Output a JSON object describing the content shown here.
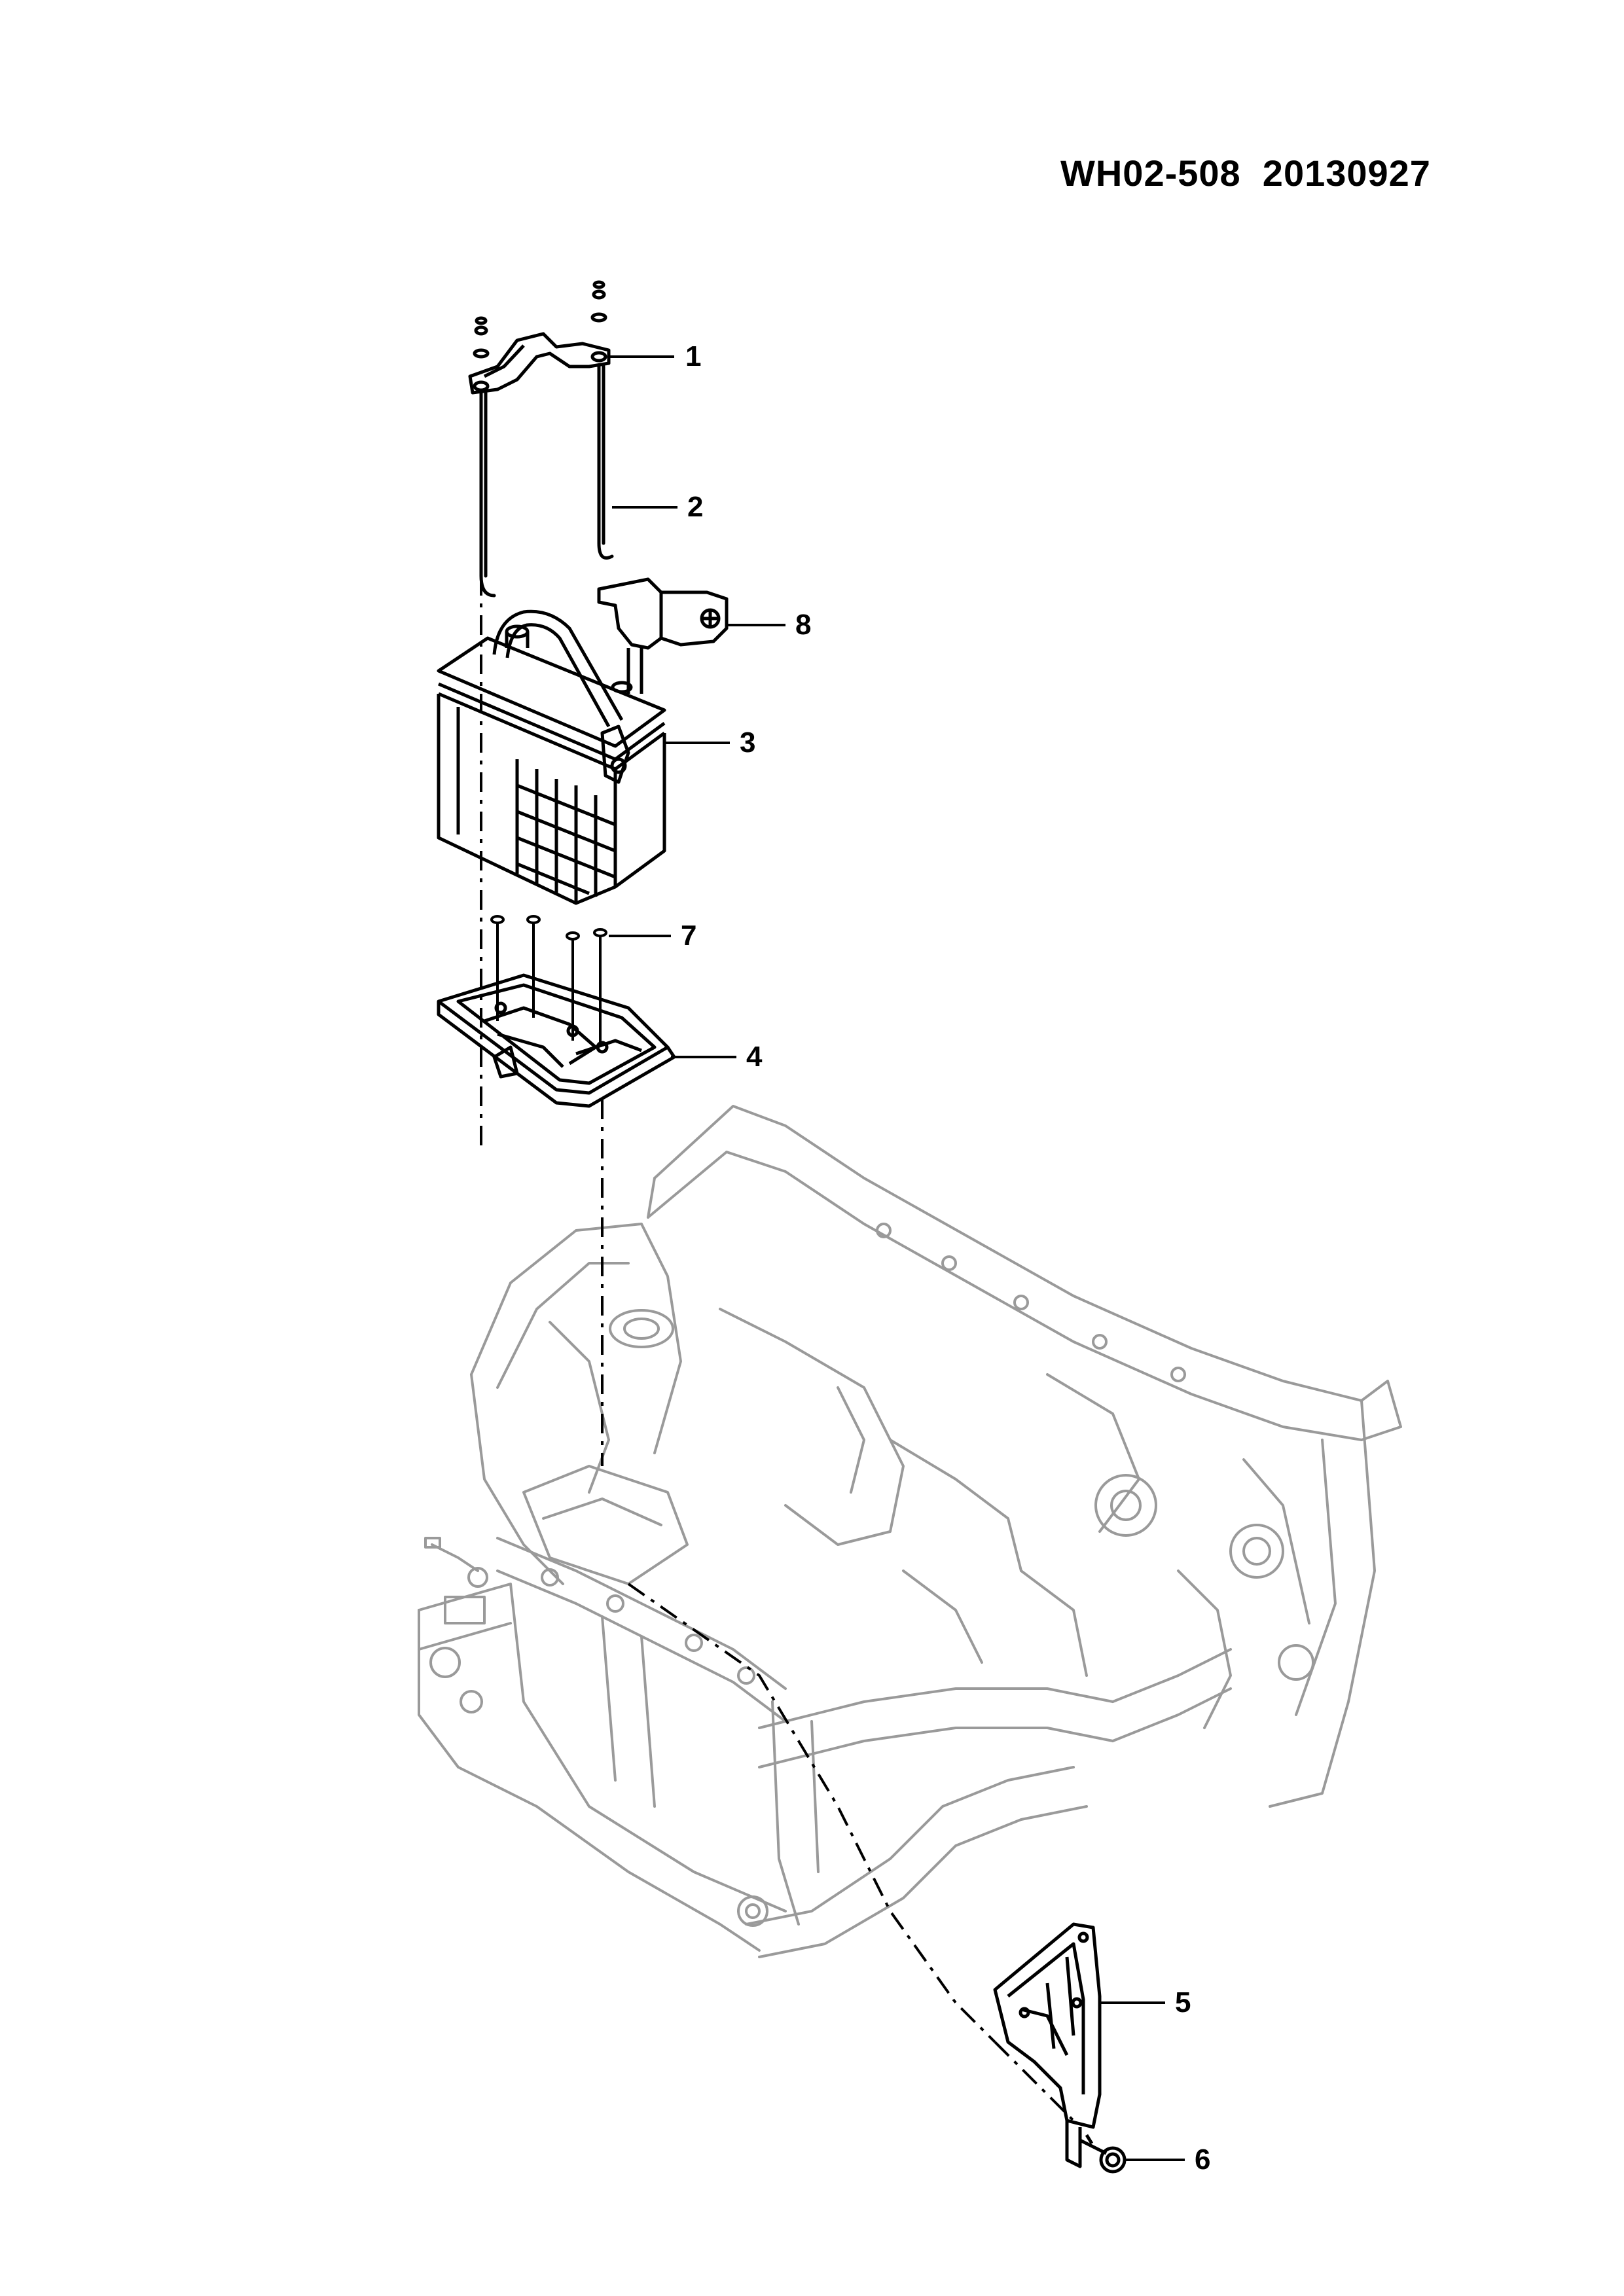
{
  "header": {
    "doc_code": "WH02-508",
    "date_code": "20130927"
  },
  "callouts": [
    {
      "id": "1",
      "part": "battery-hold-down-clamp"
    },
    {
      "id": "2",
      "part": "hold-down-j-bolt"
    },
    {
      "id": "3",
      "part": "battery"
    },
    {
      "id": "4",
      "part": "battery-tray"
    },
    {
      "id": "5",
      "part": "tray-support-bracket"
    },
    {
      "id": "6",
      "part": "flange-bolt"
    },
    {
      "id": "7",
      "part": "tray-bolt"
    },
    {
      "id": "8",
      "part": "terminal-cover-bracket"
    }
  ],
  "colors": {
    "ink": "#000000",
    "body_structure": "#9a9a9a",
    "background": "#ffffff"
  }
}
